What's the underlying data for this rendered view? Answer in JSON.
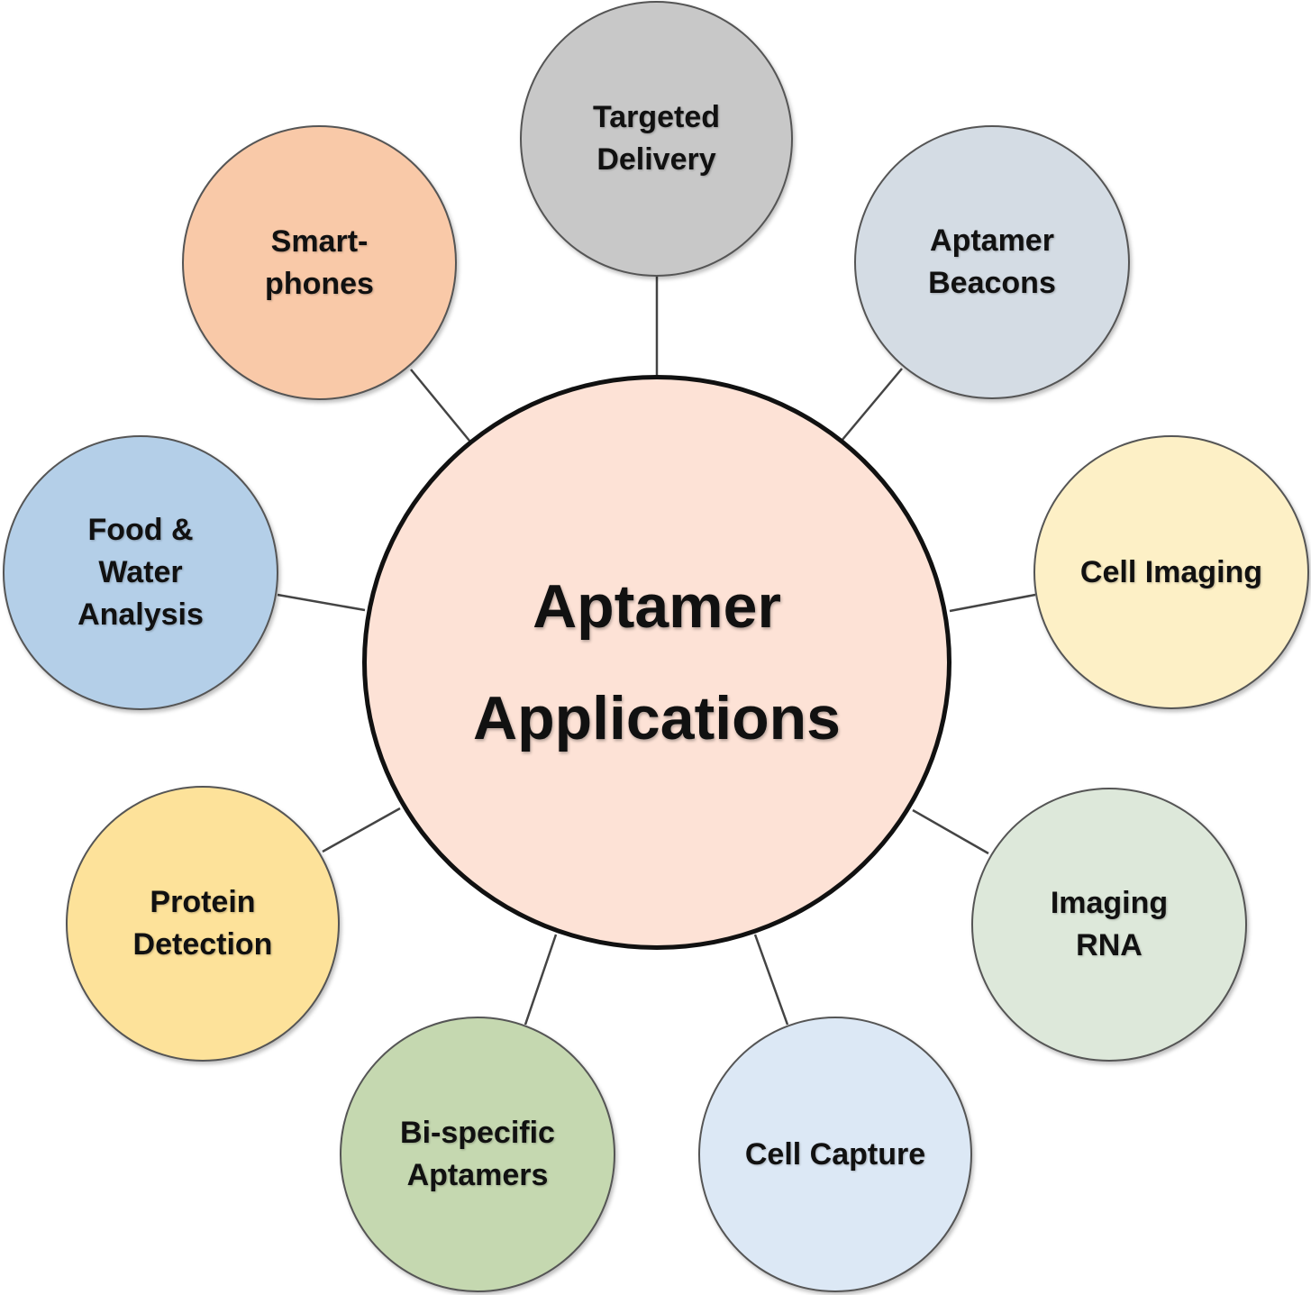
{
  "center": {
    "label": "Aptamer\nApplications",
    "color": "#FDE2D6"
  },
  "nodes": [
    {
      "id": "targeted-delivery",
      "label": "Targeted\nDelivery",
      "color": "#C8C8C8"
    },
    {
      "id": "aptamer-beacons",
      "label": "Aptamer\nBeacons",
      "color": "#D4DCE4"
    },
    {
      "id": "cell-imaging",
      "label": "Cell Imaging",
      "color": "#FDF0C6"
    },
    {
      "id": "imaging-rna",
      "label": "Imaging\nRNA",
      "color": "#DDE8DA"
    },
    {
      "id": "cell-capture",
      "label": "Cell Capture",
      "color": "#DCE8F5"
    },
    {
      "id": "bi-specific-aptamers",
      "label": "Bi-specific\nAptamers",
      "color": "#C5D8B0"
    },
    {
      "id": "protein-detection",
      "label": "Protein\nDetection",
      "color": "#FDE29A"
    },
    {
      "id": "food-water-analysis",
      "label": "Food &\nWater\nAnalysis",
      "color": "#B4CFE8"
    },
    {
      "id": "smartphones",
      "label": "Smart-\nphones",
      "color": "#F9C9A8"
    }
  ]
}
